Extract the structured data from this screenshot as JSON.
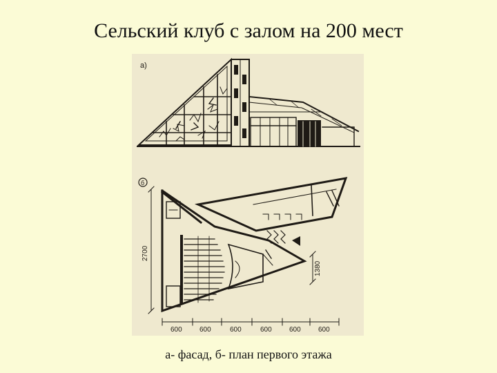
{
  "slide": {
    "title": "Сельский клуб с залом на 200 мест",
    "caption": "а- фасад, б- план первого этажа"
  },
  "figure": {
    "facade_label": "а)",
    "plan_label": "б",
    "dimension_total": "2700",
    "dimension_side": "1380",
    "dimension_spans": [
      "600",
      "600",
      "600",
      "600",
      "600",
      "600"
    ]
  },
  "colors": {
    "background": "#fbfbd6",
    "figure_paper": "#efe9cf",
    "ink": "#1e1a15"
  }
}
